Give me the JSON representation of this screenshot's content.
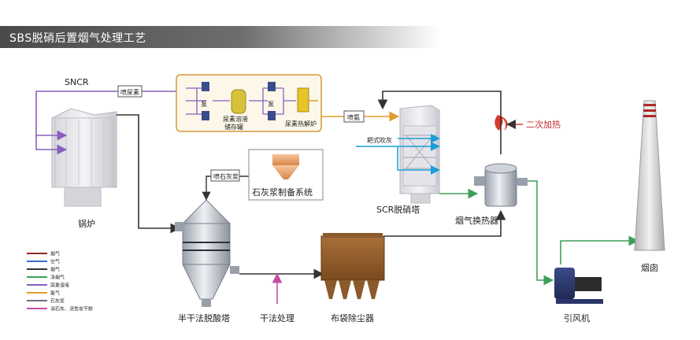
{
  "title": "SBS脱硝后置烟气处理工艺",
  "labels": {
    "sncr": "SNCR",
    "spray_urea": "喷尿素",
    "pump1": "泵",
    "pump2": "泵",
    "urea_tank": "尿素溶液\n储存罐",
    "urea_pyrolysis": "尿素热解炉",
    "spray_ammonia": "喷氨",
    "soot_blow": "耙式吹灰",
    "secondary_heating": "二次加热",
    "spray_lime": "喷石灰浆",
    "lime_system": "石灰浆制备系统",
    "boiler": "锅炉",
    "scr_tower": "SCR脱硝塔",
    "gas_heat_exchanger": "烟气换热器",
    "semi_dry_tower": "半干法脱酸塔",
    "dry_treatment": "干法处理",
    "bag_filter": "布袋除尘器",
    "induced_fan": "引风机",
    "chimney": "烟囱"
  },
  "legend": [
    {
      "label": "烟气",
      "color": "#8b2a2a"
    },
    {
      "label": "空气",
      "color": "#3a6fc4"
    },
    {
      "label": "烟气",
      "color": "#333333"
    },
    {
      "label": "净烟气",
      "color": "#3f9f5a"
    },
    {
      "label": "尿素溶液",
      "color": "#8a5fbf"
    },
    {
      "label": "氨气",
      "color": "#e39a2c"
    },
    {
      "label": "石灰浆",
      "color": "#6e6e8a"
    },
    {
      "label": "消石灰、活性炭干粉",
      "color": "#c24fa3"
    }
  ]
}
